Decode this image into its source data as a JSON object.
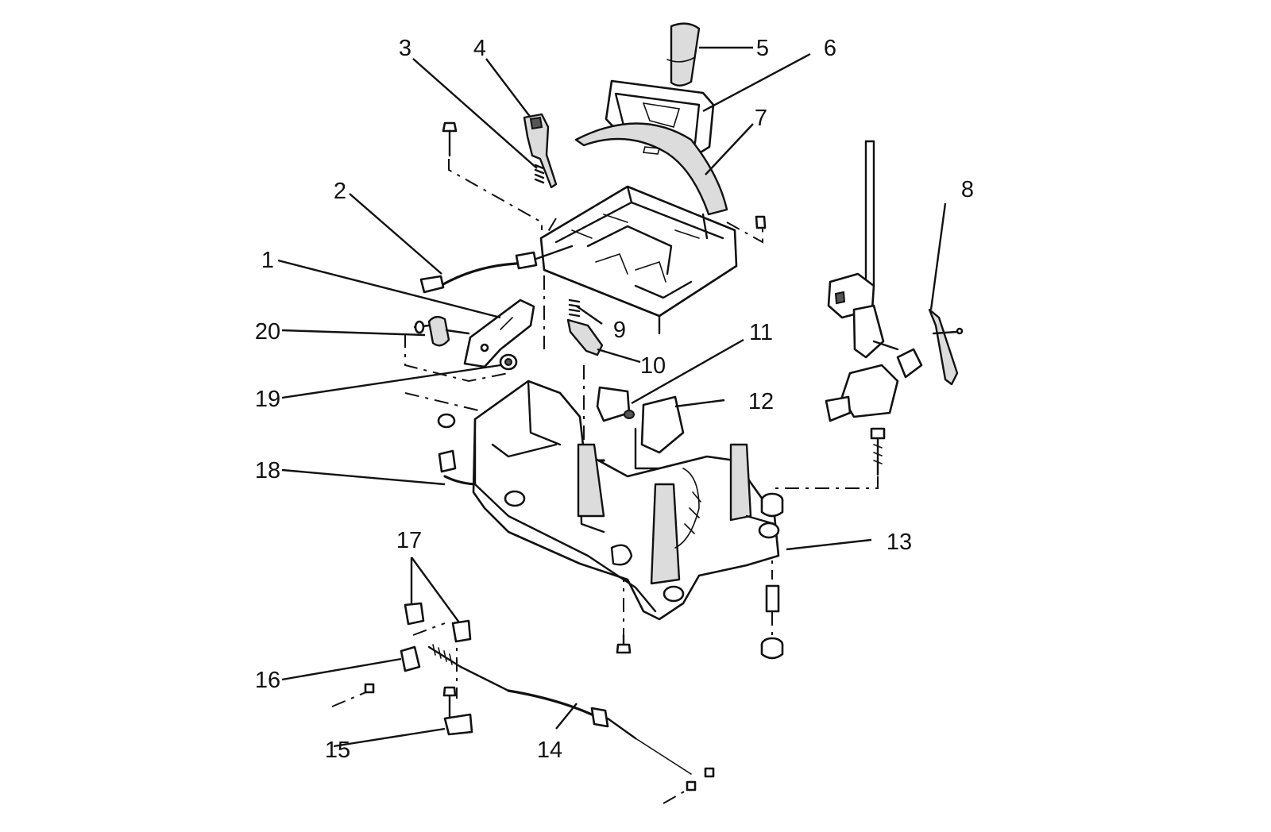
{
  "diagram": {
    "callouts": [
      "1",
      "2",
      "3",
      "4",
      "5",
      "6",
      "7",
      "8",
      "9",
      "10",
      "11",
      "12",
      "13",
      "14",
      "15",
      "16",
      "17",
      "18",
      "19",
      "20"
    ]
  }
}
